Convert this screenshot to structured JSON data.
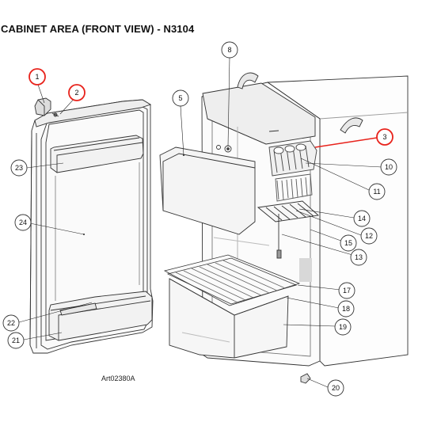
{
  "title": "CABINET AREA (FRONT VIEW) - N3104",
  "art_ref": "Art02380A",
  "callouts": [
    {
      "id": "1",
      "highlighted": true
    },
    {
      "id": "2",
      "highlighted": true
    },
    {
      "id": "3",
      "highlighted": true
    },
    {
      "id": "5",
      "highlighted": false
    },
    {
      "id": "8",
      "highlighted": false
    },
    {
      "id": "10",
      "highlighted": false
    },
    {
      "id": "11",
      "highlighted": false
    },
    {
      "id": "12",
      "highlighted": false
    },
    {
      "id": "13",
      "highlighted": false
    },
    {
      "id": "14",
      "highlighted": false
    },
    {
      "id": "15",
      "highlighted": false
    },
    {
      "id": "17",
      "highlighted": false
    },
    {
      "id": "18",
      "highlighted": false
    },
    {
      "id": "19",
      "highlighted": false
    },
    {
      "id": "20",
      "highlighted": false
    },
    {
      "id": "21",
      "highlighted": false
    },
    {
      "id": "22",
      "highlighted": false
    },
    {
      "id": "23",
      "highlighted": false
    },
    {
      "id": "24",
      "highlighted": false
    }
  ],
  "colors": {
    "highlight": "#e8231c",
    "line": "#333333",
    "shade": "#d8d8d8"
  }
}
